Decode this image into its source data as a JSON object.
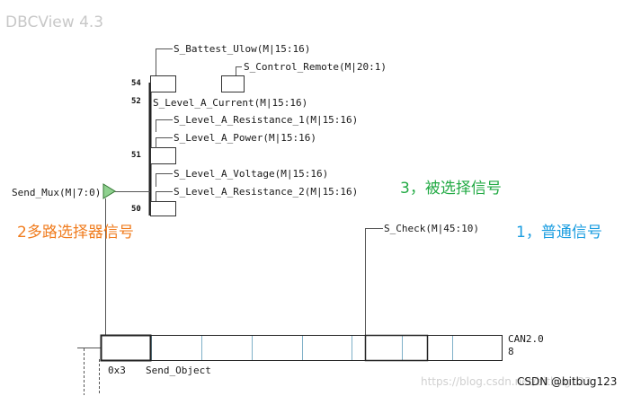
{
  "app": {
    "title": "DBCView 4.3"
  },
  "colors": {
    "orange": "#f07c1e",
    "green": "#22aa44",
    "blue": "#1a9de0",
    "mux_triangle": "#8fd18f",
    "frame_divider": "#7fb0c8"
  },
  "signals": {
    "battest_ulow": "S_Battest_Ulow(M|15:16)",
    "control_remote": "S_Control_Remote(M|20:1)",
    "level_a_current": "S_Level_A_Current(M|15:16)",
    "level_a_resistance_1": "S_Level_A_Resistance_1(M|15:16)",
    "level_a_power": "S_Level_A_Power(M|15:16)",
    "level_a_voltage": "S_Level_A_Voltage(M|15:16)",
    "level_a_resistance_2": "S_Level_A_Resistance_2(M|15:16)",
    "send_mux": "Send_Mux(M|7:0)",
    "check": "S_Check(M|45:10)"
  },
  "mux_values": {
    "v54": "54",
    "v52": "52",
    "v51": "51",
    "v50": "50"
  },
  "annotations": {
    "mux_signal": "2多路选择器信号",
    "selected_signal": "3，被选择信号",
    "normal_signal": "1，普通信号"
  },
  "frame": {
    "bus": "CAN2.0",
    "dlc": "8",
    "id": "0x3",
    "name": "Send_Object"
  },
  "watermark": {
    "blog": "https://blog.csdn.net/bitbug123",
    "credit": "CSDN @bitbug123"
  }
}
